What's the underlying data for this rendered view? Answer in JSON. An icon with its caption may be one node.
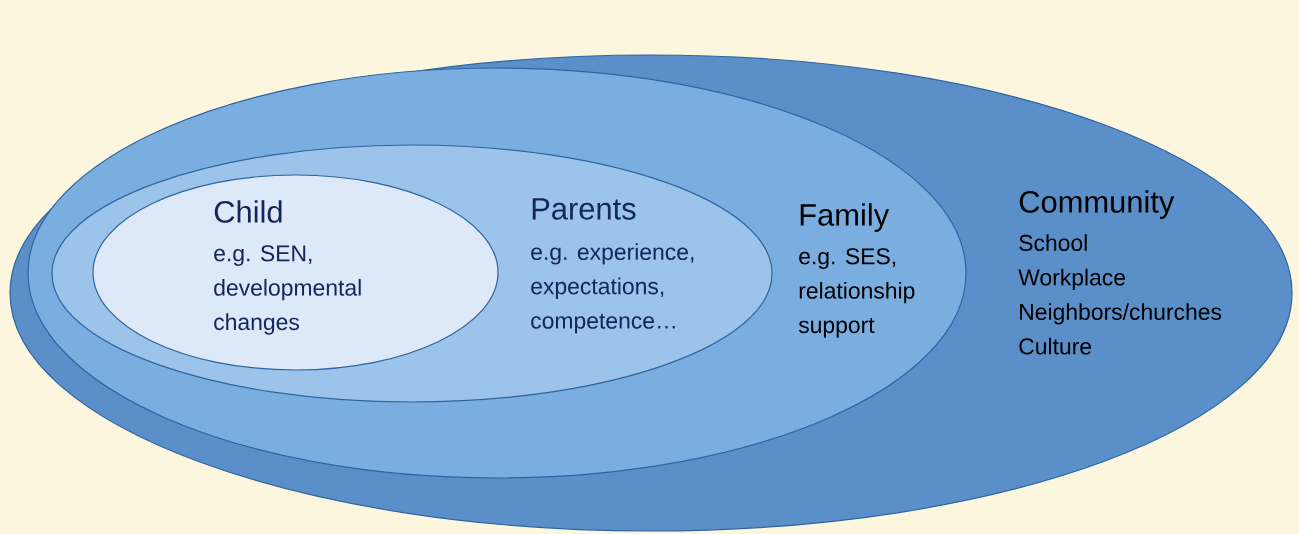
{
  "diagram": {
    "nodes": [
      {
        "text": [
          "Community",
          "School",
          "Workplace",
          "Neighbors/churches",
          "Culture"
        ]
      },
      {
        "text": [
          "Family",
          "e.g. SES, relationship support"
        ],
        "in": 0
      },
      {
        "text": [
          "Parents",
          "e.g. experience, expectations, competence…"
        ],
        "in": 1
      },
      {
        "text": [
          "Child",
          "e.g. SEN, developmental changes"
        ],
        "in": 2
      }
    ]
  }
}
